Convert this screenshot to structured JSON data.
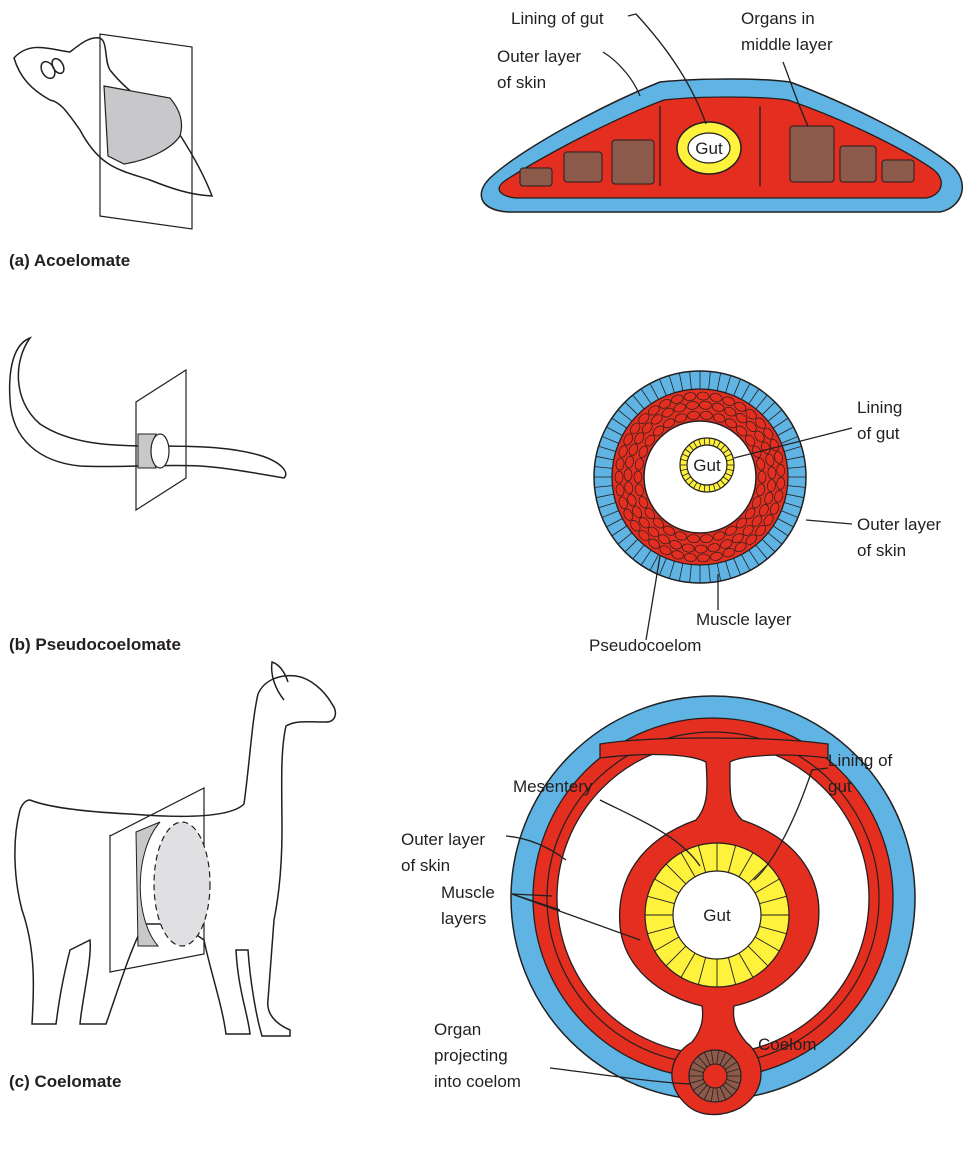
{
  "colors": {
    "skin": "#5fb4e3",
    "muscle": "#e42e1f",
    "gut_lining": "#fff23c",
    "organ": "#8c5a4a",
    "shading": "#c8c8ca",
    "outline": "#231f20"
  },
  "panel_a": {
    "caption": "(a) Acoelomate",
    "labels": {
      "lining_of_gut": "Lining of gut",
      "organs_line1": "Organs in",
      "organs_line2": "middle layer",
      "skin_line1": "Outer layer",
      "skin_line2": "of skin",
      "gut": "Gut"
    },
    "icons": {
      "animal": "flatworm-icon"
    }
  },
  "panel_b": {
    "caption": "(b) Pseudocoelomate",
    "labels": {
      "lining_line1": "Lining",
      "lining_line2": "of gut",
      "gut": "Gut",
      "skin_line1": "Outer layer",
      "skin_line2": "of skin",
      "muscle": "Muscle layer",
      "cavity": "Pseudocoelom"
    },
    "icons": {
      "animal": "roundworm-icon"
    }
  },
  "panel_c": {
    "caption": "(c) Coelomate",
    "labels": {
      "mesentery": "Mesentery",
      "lining_line1": "Lining of",
      "lining_line2": "gut",
      "skin_line1": "Outer layer",
      "skin_line2": "of skin",
      "muscle_line1": "Muscle",
      "muscle_line2": "layers",
      "gut": "Gut",
      "organ_line1": "Organ",
      "organ_line2": "projecting",
      "organ_line3": "into coelom",
      "cavity": "Coelom"
    },
    "icons": {
      "animal": "goat-icon"
    }
  }
}
